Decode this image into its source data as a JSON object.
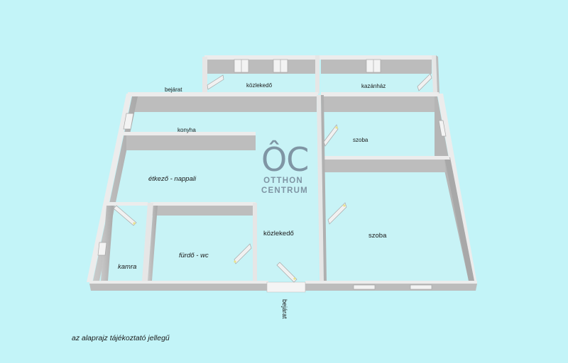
{
  "rooms": {
    "entrance_top": "bejárat",
    "hall_top": "közlekedő",
    "boiler": "kazánház",
    "kitchen": "konyha",
    "room_upper": "szoba",
    "dining_living": "étkező - nappali",
    "hall_center": "közlekedő",
    "room_lower": "szoba",
    "pantry": "kamra",
    "bathroom": "fürdő - wc",
    "entrance_bottom": "bejárat"
  },
  "logo": {
    "mark": "ÔC",
    "line1": "OTTHON",
    "line2": "CENTRUM"
  },
  "note": "az alaprajz tájékoztató jellegű",
  "colors": {
    "background": "#c3f4f8",
    "wall_top": "#e9e9e9",
    "wall_face": "#bdbdbd",
    "logo": "#7f95a4"
  }
}
